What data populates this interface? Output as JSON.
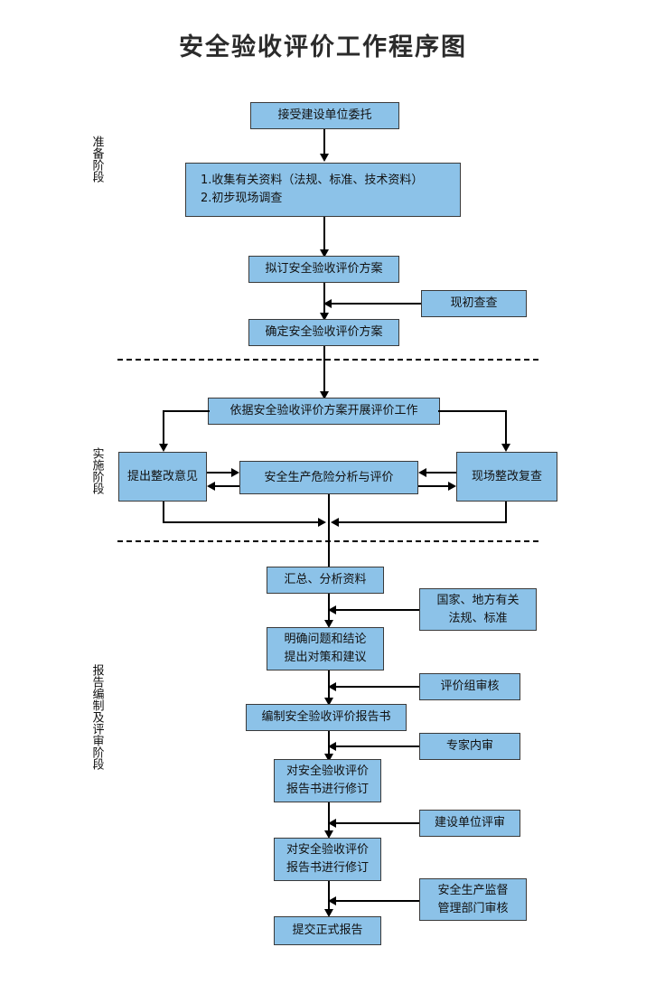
{
  "title": "安全验收评价工作程序图",
  "phases": [
    {
      "id": "preparation",
      "label": "准备阶段"
    },
    {
      "id": "implementation",
      "label": "实施阶段"
    },
    {
      "id": "reporting",
      "label": "报告编制及评审阶段"
    }
  ],
  "nodes": {
    "accept_commission": "接受建设单位委托",
    "collect_data": "1.收集有关资料（法规、标准、技术资料）\n2.初步现场调查",
    "draft_plan": "拟订安全验收评价方案",
    "site_initial_check": "现初查查",
    "confirm_plan": "确定安全验收评价方案",
    "carry_out_evaluation": "依据安全验收评价方案开展评价工作",
    "rectification_opinion": "提出整改意见",
    "hazard_analysis": "安全生产危险分析与评价",
    "site_recheck": "现场整改复查",
    "summarize_data": "汇总、分析资料",
    "standards_ref": "国家、地方有关\n法规、标准",
    "clarify_issues": "明确问题和结论\n提出对策和建议",
    "group_review": "评价组审核",
    "compile_report": "编制安全验收评价报告书",
    "expert_review": "专家内审",
    "revise_report_1": "对安全验收评价\n报告书进行修订",
    "owner_review": "建设单位评审",
    "revise_report_2": "对安全验收评价\n报告书进行修订",
    "authority_review": "安全生产监督\n管理部门审核",
    "submit_final": "提交正式报告"
  },
  "colors": {
    "node_fill": "#8CC2E8",
    "node_border": "#3a3a3a",
    "connector": "#000000",
    "title_color": "#2b2b2b",
    "background": "#ffffff"
  }
}
